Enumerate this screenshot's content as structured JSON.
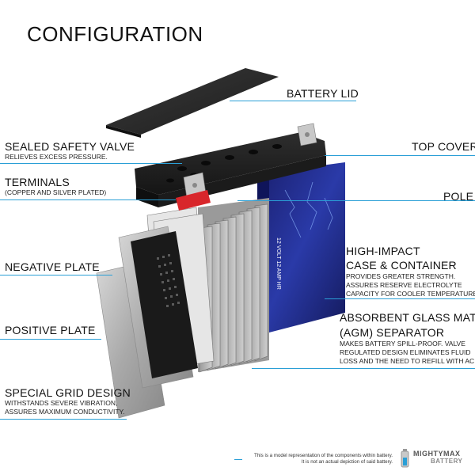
{
  "title": "CONFIGURATION",
  "labels": {
    "battery_lid": "BATTERY LID",
    "top_cover": "TOP COVER",
    "pole": "POLE",
    "sealed_valve": {
      "title": "SEALED SAFETY VALVE",
      "desc": "RELIEVES EXCESS PRESSURE."
    },
    "terminals": {
      "title": "TERMINALS",
      "desc": "(COPPER AND SILVER PLATED)"
    },
    "negative_plate": "NEGATIVE PLATE",
    "positive_plate": "POSITIVE PLATE",
    "special_grid": {
      "title": "SPECIAL GRID DESIGN",
      "desc1": "WITHSTANDS SEVERE VIBRATION,",
      "desc2": "ASSURES MAXIMUM CONDUCTIVITY."
    },
    "high_impact": {
      "title1": "HIGH-IMPACT",
      "title2": "CASE & CONTAINER",
      "desc1": "PROVIDES GREATER STRENGTH.",
      "desc2": "ASSURES RESERVE ELECTROLYTE",
      "desc3": "CAPACITY FOR COOLER TEMPERATURES."
    },
    "agm": {
      "title1": "ABSORBENT GLASS MAT",
      "title2": "(AGM) SEPARATOR",
      "desc1": "MAKES BATTERY SPILL-PROOF. VALVE",
      "desc2": "REGULATED DESIGN ELIMINATES FLUID",
      "desc3": "LOSS AND THE NEED TO REFILL WITH ACID."
    }
  },
  "footer": {
    "line1": "This is a model representation of the components within battery.",
    "line2": "It is not an actual depiction of said battery."
  },
  "logo": {
    "line1": "MIGHTYMAX",
    "line2": "BATTERY"
  },
  "colors": {
    "accent_line": "#2a9fd6",
    "case_blue": "#1c2f8a",
    "terminal_red": "#d8262b"
  }
}
